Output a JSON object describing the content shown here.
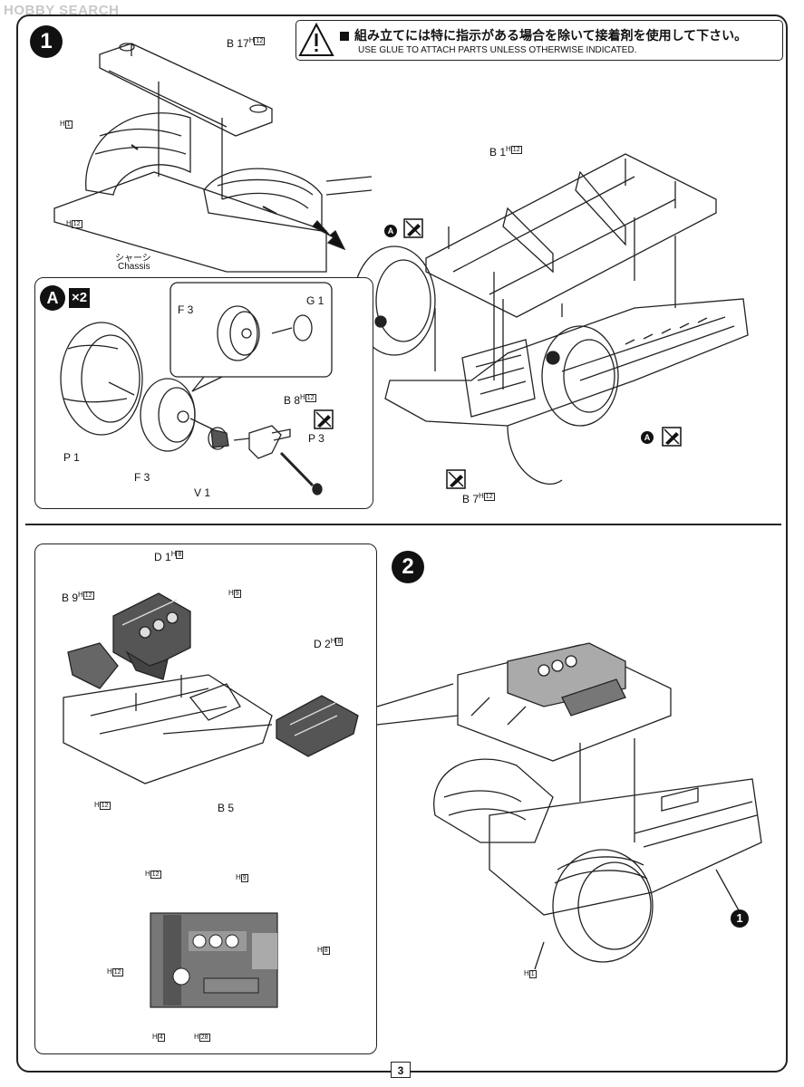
{
  "watermark": "HOBBY SEARCH",
  "page_number": "3",
  "warning": {
    "jp": "組み立てには特に指示がある場合を除いて接着剤を使用して下さい。",
    "en": "USE GLUE TO ATTACH PARTS UNLESS OTHERWISE INDICATED."
  },
  "step1": {
    "number": "1",
    "labels": {
      "b17": "B 17",
      "b17_h": "H",
      "b17_n": "12",
      "h1": "H",
      "h1_n": "1",
      "h12": "H",
      "h12_n": "12",
      "chassis_jp": "シャーシ",
      "chassis_en": "Chassis",
      "b1": "B 1",
      "b1_h": "H",
      "b1_n": "12",
      "b7": "B 7",
      "b7_h": "H",
      "b7_n": "12",
      "a_left": "A",
      "a_right": "A"
    },
    "inset": {
      "marker": "A",
      "multiplier": "×2",
      "f3_top": "F 3",
      "g1": "G 1",
      "b8": "B 8",
      "b8_h": "H",
      "b8_n": "12",
      "p1": "P 1",
      "f3": "F 3",
      "v1": "V 1",
      "p3": "P 3"
    }
  },
  "step2": {
    "number": "2",
    "labels": {
      "d1": "D 1",
      "d1_h": "H",
      "d1_n": "8",
      "h9": "H",
      "h9_n": "9",
      "b9": "B 9",
      "b9_h": "H",
      "b9_n": "12",
      "d2": "D 2",
      "d2_h": "H",
      "d2_n": "8",
      "h12": "H",
      "h12_n": "12",
      "b5": "B 5",
      "c_h12": "H",
      "c_h12_n": "12",
      "c_h9": "H",
      "c_h9_n": "9",
      "c_h8": "H",
      "c_h8_n": "8",
      "c_h12b": "H",
      "c_h12b_n": "12",
      "c_h4": "H",
      "c_h4_n": "4",
      "c_h28": "H",
      "c_h28_n": "28",
      "ref": "1",
      "h1": "H",
      "h1_n": "1"
    }
  }
}
